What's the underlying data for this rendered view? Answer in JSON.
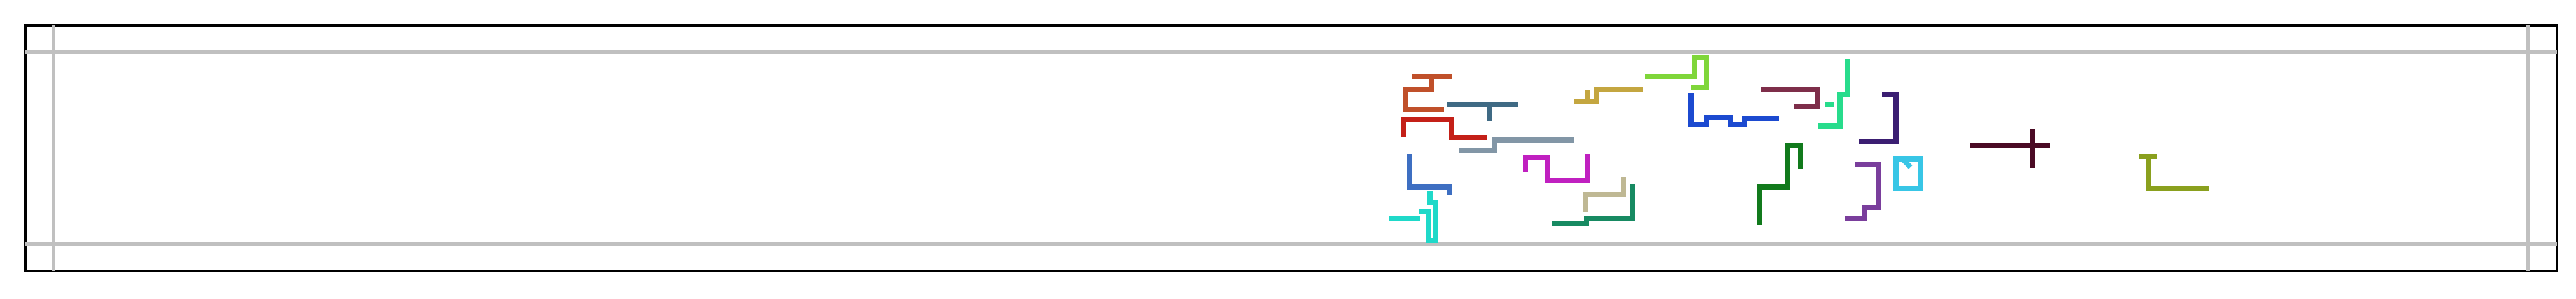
{
  "chart_data": {
    "type": "diagram",
    "description_free": true,
    "grid": true,
    "colors": {
      "frame": "#000000",
      "grid": "#c0c0c0",
      "background": "#ffffff"
    },
    "paths": [
      {
        "id": "orange-zigzag",
        "color": "#c0502a"
      },
      {
        "id": "red-step",
        "color": "#c42018"
      },
      {
        "id": "slate-tee",
        "color": "#3f6a84"
      },
      {
        "id": "grey-step",
        "color": "#8296a6"
      },
      {
        "id": "blue-hook",
        "color": "#3e6fc2"
      },
      {
        "id": "cyan-hook",
        "color": "#1fd9c9"
      },
      {
        "id": "magenta-notch",
        "color": "#c020c0"
      },
      {
        "id": "tan-corner",
        "color": "#bfb894"
      },
      {
        "id": "teal-step",
        "color": "#178a62"
      },
      {
        "id": "olive-zigzag",
        "color": "#c4a640"
      },
      {
        "id": "lime-hook",
        "color": "#7fd63a"
      },
      {
        "id": "royal-wave",
        "color": "#1c4ad0"
      },
      {
        "id": "maroon-hook",
        "color": "#7e2e4a"
      },
      {
        "id": "mint-zigzag",
        "color": "#28dc8c"
      },
      {
        "id": "indigo-hook",
        "color": "#3b1e72"
      },
      {
        "id": "green-step",
        "color": "#117a1c"
      },
      {
        "id": "purple-hook",
        "color": "#7a3e9c"
      },
      {
        "id": "skyblue-box",
        "color": "#38c6e6"
      },
      {
        "id": "darkred-cross",
        "color": "#4a0a24"
      },
      {
        "id": "olivegreen-ell",
        "color": "#8aa01e"
      }
    ]
  }
}
